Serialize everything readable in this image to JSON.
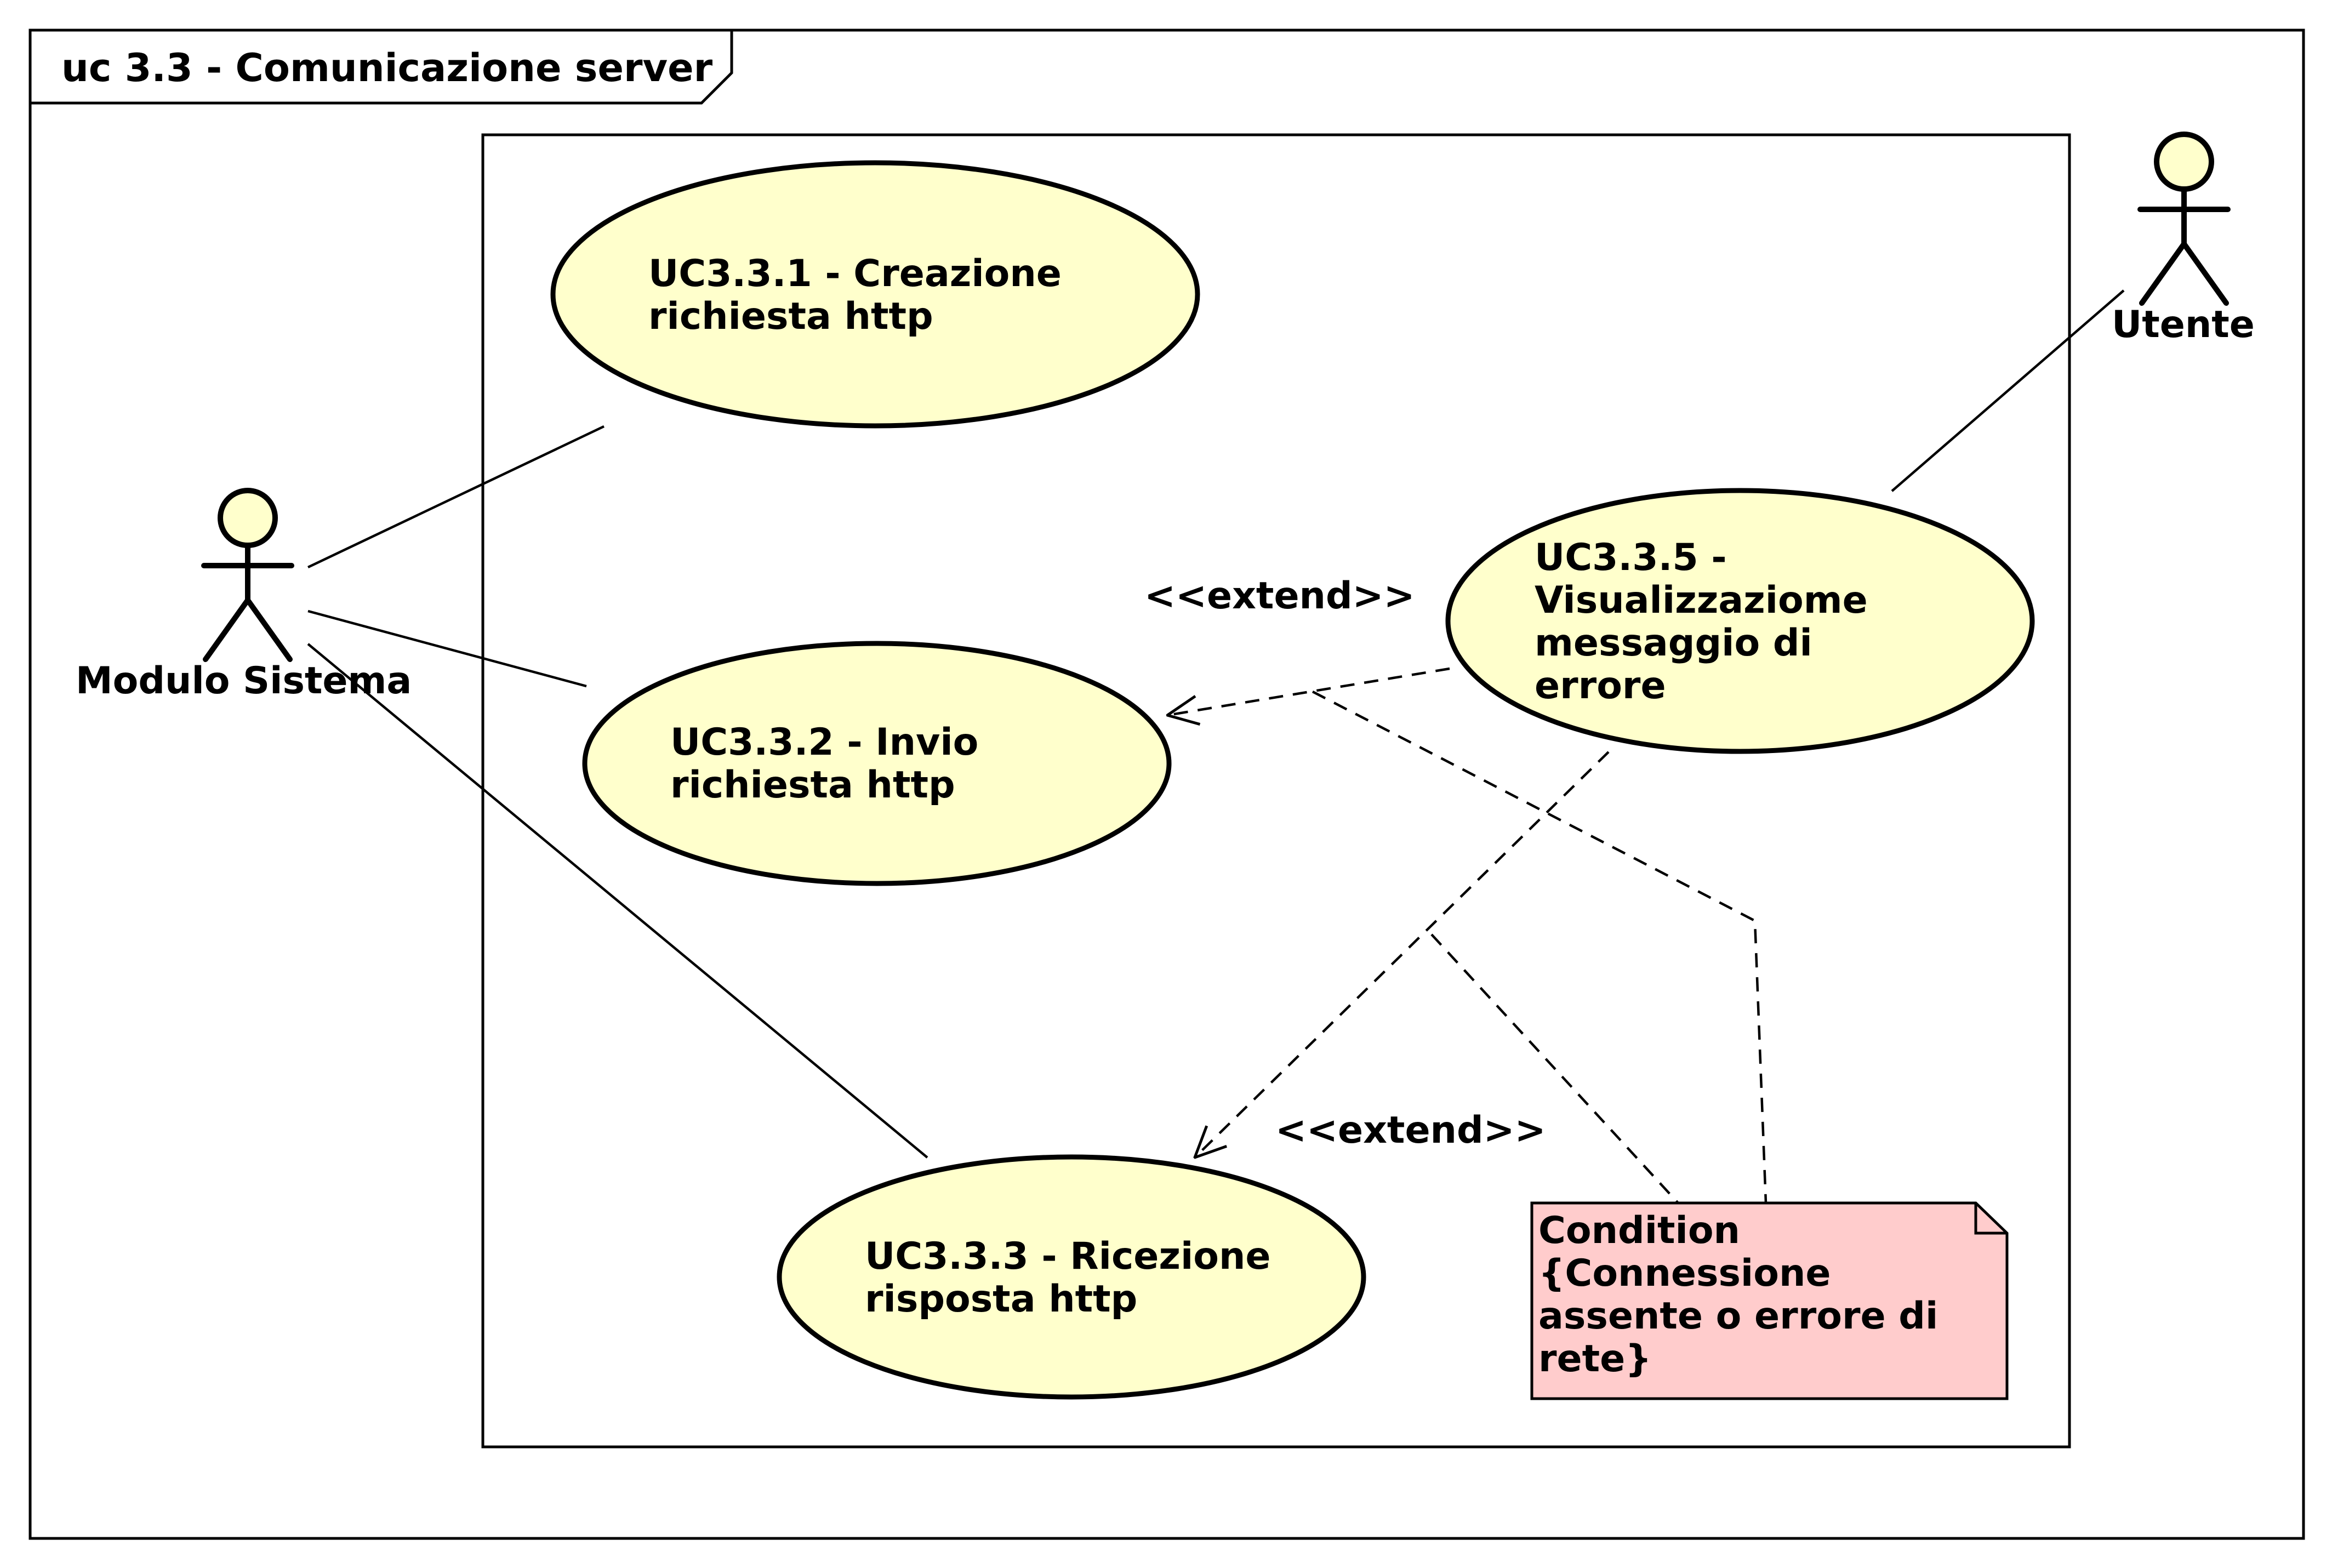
{
  "frame": {
    "title": "uc 3.3 - Comunicazione server"
  },
  "actors": {
    "modulo_sistema": "Modulo Sistema",
    "utente": "Utente"
  },
  "use_cases": [
    {
      "id": "uc331",
      "lines": [
        "UC3.3.1 - Creazione",
        "richiesta http"
      ]
    },
    {
      "id": "uc332",
      "lines": [
        "UC3.3.2 - Invio",
        "richiesta http"
      ]
    },
    {
      "id": "uc333",
      "lines": [
        "UC3.3.3 - Ricezione",
        "risposta http"
      ]
    },
    {
      "id": "uc335",
      "lines": [
        "UC3.3.5 -",
        "Visualizzaziome",
        "messaggio di",
        "errore"
      ]
    }
  ],
  "relations": {
    "extend_top": "<<extend>>",
    "extend_bottom": "<<extend>>"
  },
  "note": {
    "lines": [
      "Condition",
      "{Connessione",
      "assente o errore di",
      "rete}"
    ],
    "fill_color": "#ffcccc"
  },
  "colors": {
    "usecase_fill": "#ffffcc",
    "actor_fill": "#ffffcc",
    "line": "#000000"
  }
}
